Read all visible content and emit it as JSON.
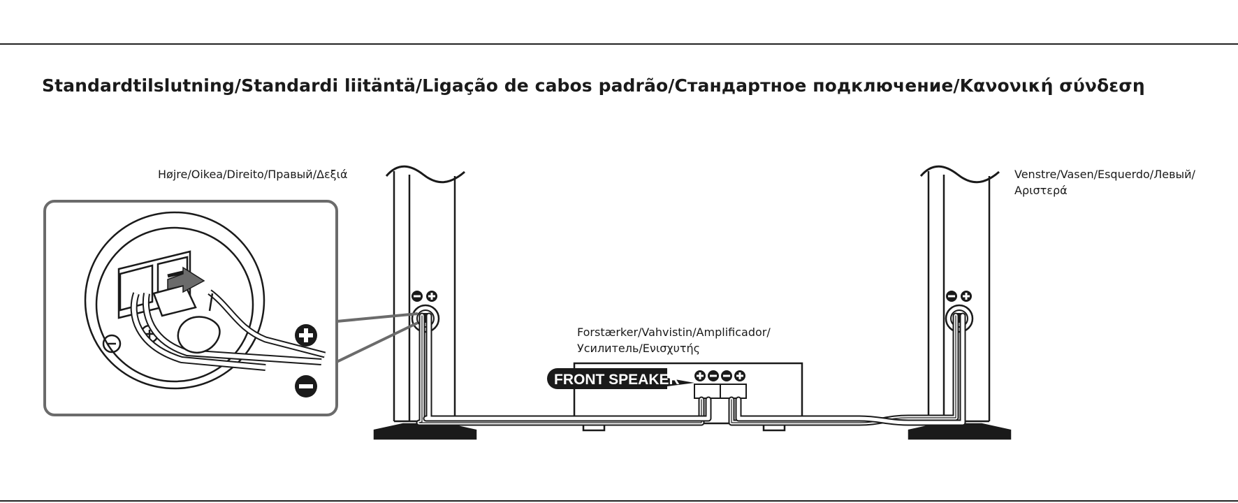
{
  "title": "Standardtilslutning/Standardi liitäntä/Ligação de cabos padrão/Стандартное подключение/Κανονική σύνδεση",
  "labels": {
    "right_speaker": "Højre/Oikea/Direito/Правый/Δεξιά",
    "left_speaker_line1": "Venstre/Vasen/Esquerdo/Левый/",
    "left_speaker_line2": "Αριστερά",
    "amplifier_line1": "Forstærker/Vahvistin/Amplificador/",
    "amplifier_line2": "Усилитель/Ενισχυτής",
    "front_speaker_badge": "FRONT SPEAKER"
  },
  "symbols": {
    "plus": "+",
    "minus": "−"
  },
  "colors": {
    "ink": "#1a1a1a",
    "callout_border": "#6b6b6b",
    "badge_fill": "#1a1a1a"
  }
}
